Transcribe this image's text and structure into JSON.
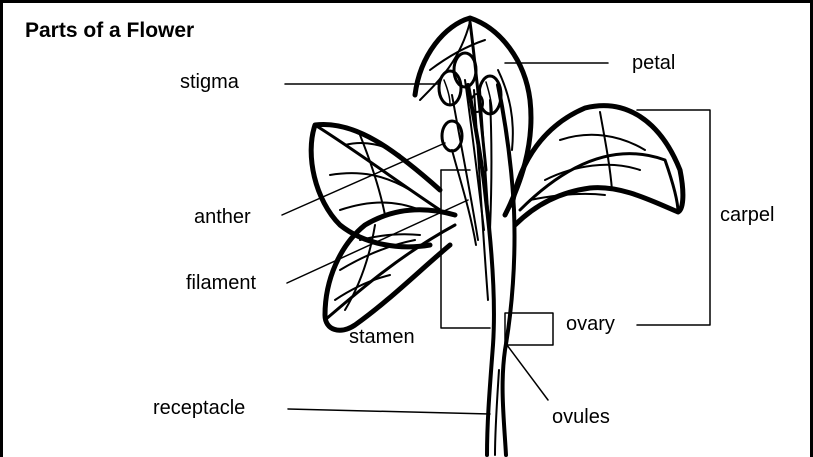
{
  "title": "Parts of a Flower",
  "labels": {
    "stigma": "stigma",
    "petal": "petal",
    "anther": "anther",
    "carpel": "carpel",
    "filament": "filament",
    "ovary": "ovary",
    "stamen": "stamen",
    "receptacle": "receptacle",
    "ovules": "ovules"
  },
  "colors": {
    "ink": "#000000",
    "background": "#ffffff"
  }
}
